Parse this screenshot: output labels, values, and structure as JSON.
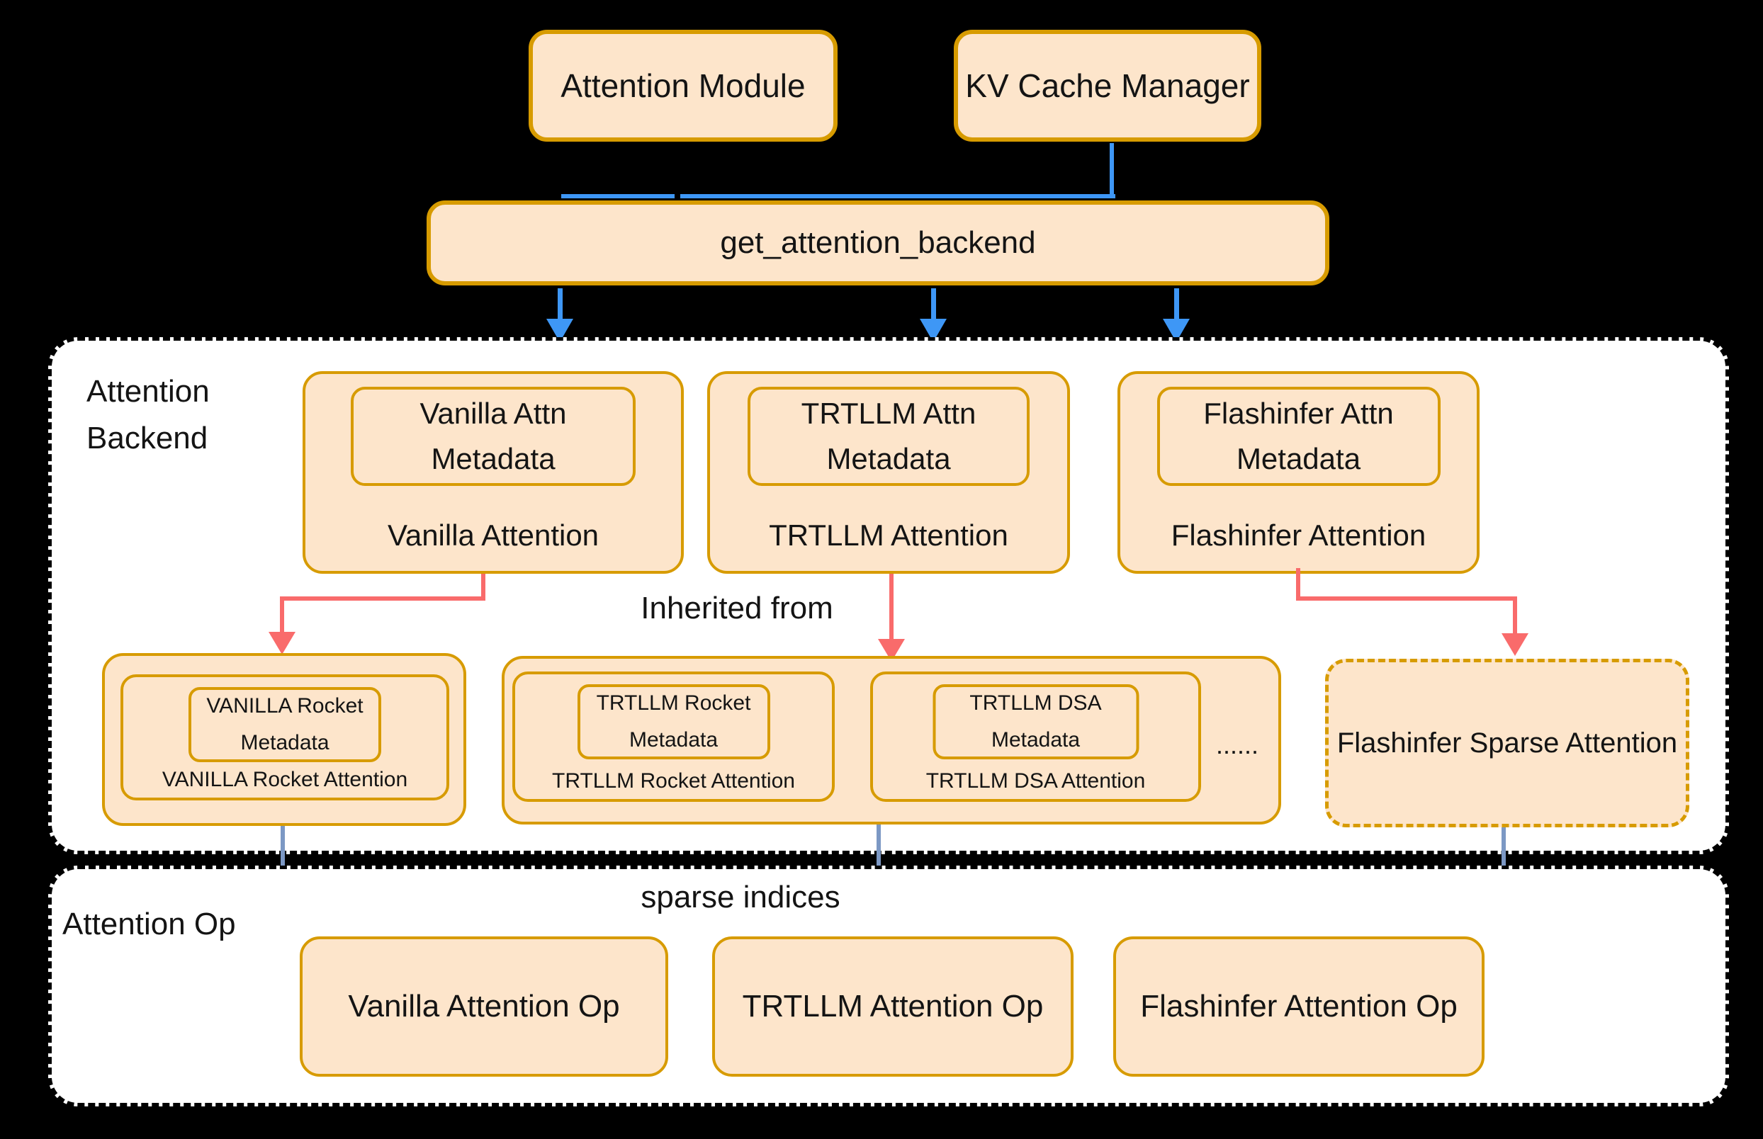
{
  "colors": {
    "background": "#000000",
    "node_fill": "#FDE5CB",
    "node_stroke": "#D79B00",
    "section_fill": "#FFFFFF",
    "section_stroke": "#000000",
    "arrow_blue": "#3E97F6",
    "arrow_red": "#F96B6B",
    "arrow_slate": "#7C98C4"
  },
  "top_row": {
    "attention_module": "Attention Module",
    "kv_cache_manager": "KV Cache Manager",
    "dispatcher": "get_attention_backend"
  },
  "backend_section": {
    "title_lines": [
      "Attention",
      "Backend"
    ],
    "inherited_from_label": "Inherited from",
    "backends": [
      {
        "metadata_lines": [
          "Vanilla Attn",
          "Metadata"
        ],
        "label": "Vanilla Attention"
      },
      {
        "metadata_lines": [
          "TRTLLM Attn",
          "Metadata"
        ],
        "label": "TRTLLM Attention"
      },
      {
        "metadata_lines": [
          "Flashinfer Attn",
          "Metadata"
        ],
        "label": "Flashinfer Attention"
      }
    ],
    "derived": {
      "vanilla_rocket": {
        "metadata_lines": [
          "VANILLA Rocket",
          "Metadata"
        ],
        "label": "VANILLA Rocket Attention"
      },
      "trtllm_variants": [
        {
          "metadata_lines": [
            "TRTLLM Rocket",
            "Metadata"
          ],
          "label": "TRTLLM Rocket Attention"
        },
        {
          "metadata_lines": [
            "TRTLLM DSA",
            "Metadata"
          ],
          "label": "TRTLLM DSA Attention"
        }
      ],
      "ellipsis": "......",
      "flashinfer_sparse_label": "Flashinfer Sparse Attention"
    }
  },
  "op_section": {
    "title": "Attention Op",
    "sparse_indices_label": "sparse indices",
    "ops": [
      {
        "label": "Vanilla Attention Op"
      },
      {
        "label": "TRTLLM Attention Op"
      },
      {
        "label": "Flashinfer Attention Op"
      }
    ]
  }
}
